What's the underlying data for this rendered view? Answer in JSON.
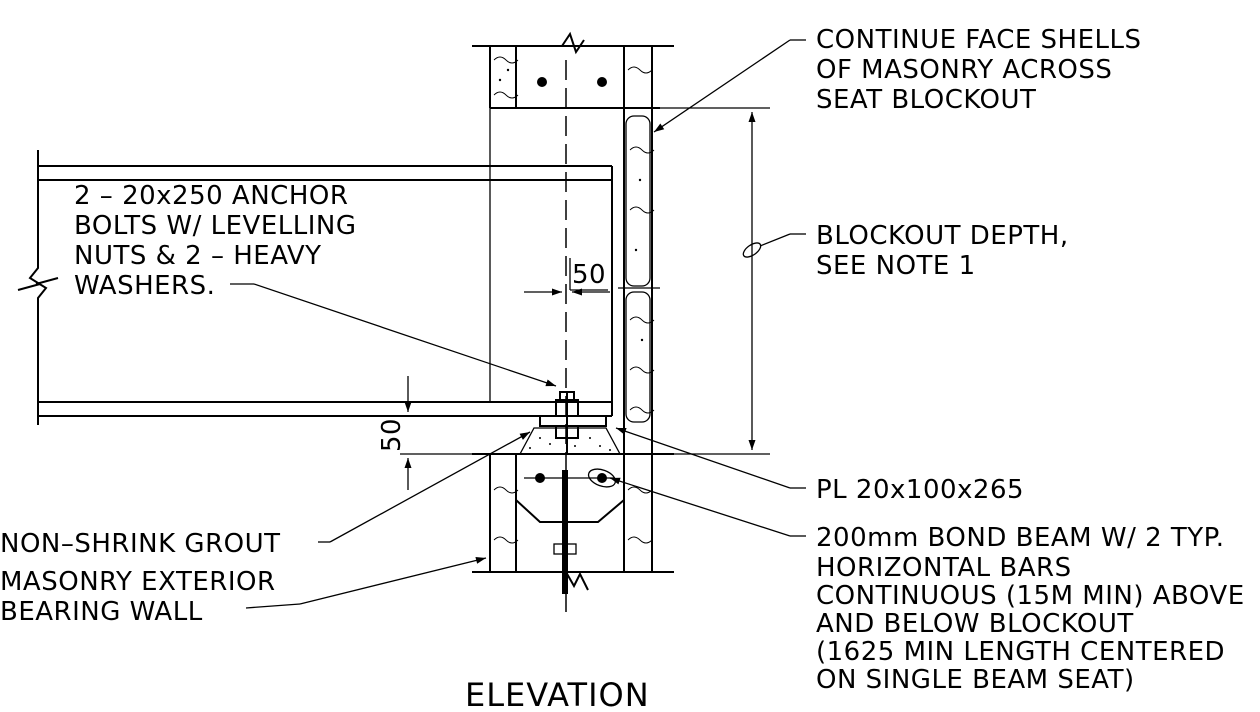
{
  "title": "ELEVATION",
  "notes": {
    "face_shells": [
      "CONTINUE FACE SHELLS",
      "OF MASONRY ACROSS",
      "SEAT BLOCKOUT"
    ],
    "blockout_depth": [
      "BLOCKOUT DEPTH,",
      "SEE NOTE 1"
    ],
    "anchor_bolts": [
      "2 – 20x250 ANCHOR",
      "BOLTS W/ LEVELLING",
      "NUTS & 2 – HEAVY",
      "WASHERS."
    ],
    "plate": "PL 20x100x265",
    "bond_beam": [
      "200mm BOND BEAM W/ 2 TYP.",
      "HORIZONTAL BARS",
      "CONTINUOUS (15M MIN) ABOVE",
      "AND BELOW BLOCKOUT",
      "(1625 MIN LENGTH CENTERED",
      "ON SINGLE BEAM SEAT)"
    ],
    "grout": "NON–SHRINK GROUT",
    "wall": [
      "MASONRY EXTERIOR",
      "BEARING WALL"
    ]
  },
  "dimensions": {
    "bolt_edge": "50",
    "grout_depth": "50"
  }
}
